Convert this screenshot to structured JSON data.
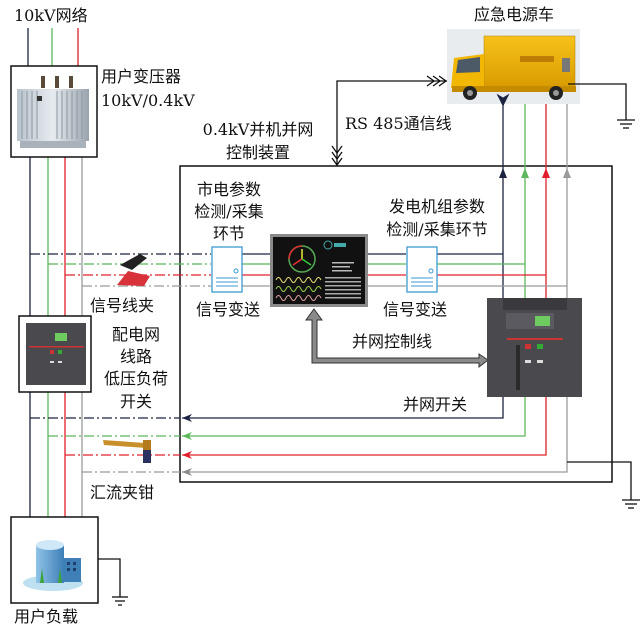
{
  "labels": {
    "grid_10kv": "10kV网络",
    "transformer_title": "用户变压器",
    "transformer_rating": "10kV/0.4kV",
    "controller_line1": "0.4kV并机并网",
    "controller_line2": "控制装置",
    "rs485": "RS 485通信线",
    "emergency_vehicle": "应急电源车",
    "mains_param_1": "市电参数",
    "mains_param_2": "检测/采集",
    "mains_param_3": "环节",
    "gen_param_1": "发电机组参数",
    "gen_param_2": "检测/采集环节",
    "signal_clamp": "信号线夹",
    "signal_tx_left": "信号变送",
    "signal_tx_right": "信号变送",
    "grid_control_line": "并网控制线",
    "load_switch_1": "配电网",
    "load_switch_2": "线路",
    "load_switch_3": "低压负荷",
    "load_switch_4": "开关",
    "grid_switch": "并网开关",
    "busbar_clamp": "汇流夹钳",
    "user_load": "用户负载"
  },
  "colors": {
    "phase_a": "#1b2340",
    "phase_b": "#5cb85c",
    "phase_c": "#e0202a",
    "neutral": "#9a9a9a",
    "frame": "#111111",
    "control_arrow": "#8a8a8a"
  },
  "icons": {
    "transformer": "transformer-icon",
    "vehicle": "emergency-power-truck-icon",
    "breaker_load": "low-voltage-breaker-icon",
    "breaker_grid": "grid-connection-breaker-icon",
    "controller": "controller-display-icon",
    "transmitter": "signal-transmitter-icon",
    "clip": "signal-clip-icon",
    "clamp": "busbar-clamp-icon",
    "building": "building-icon",
    "ground": "ground-icon"
  }
}
